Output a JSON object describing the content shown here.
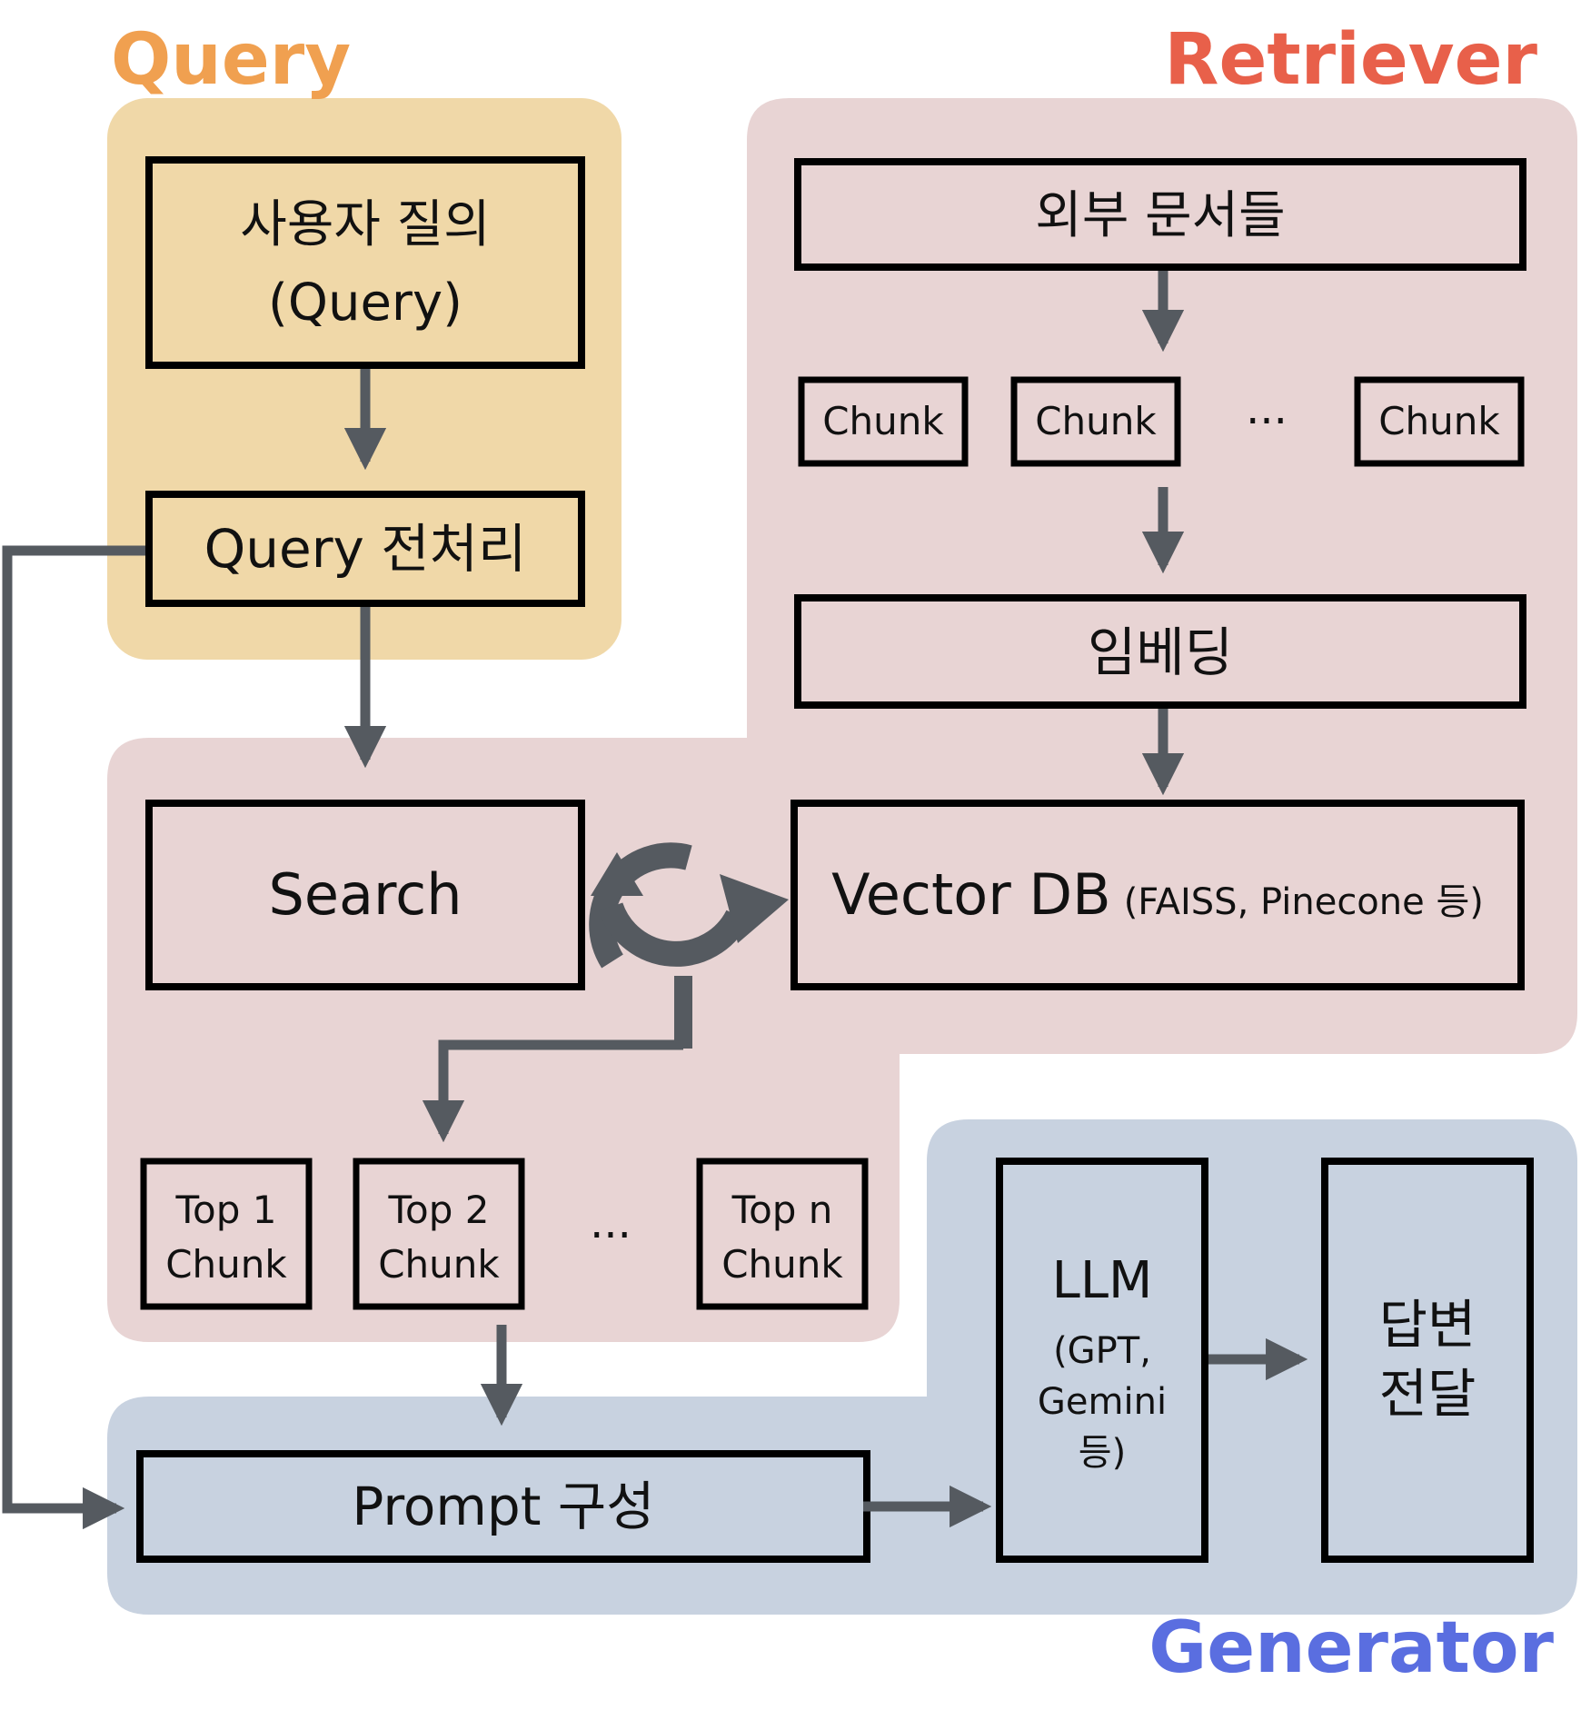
{
  "sections": {
    "query": {
      "title": "Query",
      "color": "#f0a050",
      "bg": "#f0d8a8"
    },
    "retriever": {
      "title": "Retriever",
      "color": "#e8604a",
      "bg": "#e8d4d4"
    },
    "generator": {
      "title": "Generator",
      "color": "#5a6ee0",
      "bg": "#c8d2e0"
    }
  },
  "query_box": {
    "line1": "사용자 질의",
    "line2": "(Query)"
  },
  "preprocess_box": {
    "label": "Query 전처리"
  },
  "external_docs": {
    "label": "외부 문서들"
  },
  "chunks": [
    "Chunk",
    "Chunk",
    "Chunk"
  ],
  "chunk_ellipsis": "···",
  "embedding": {
    "label": "임베딩"
  },
  "vector_db": {
    "main": "Vector DB",
    "sub": "(FAISS, Pinecone 등)"
  },
  "search": {
    "label": "Search"
  },
  "top_chunks": [
    {
      "line1": "Top 1",
      "line2": "Chunk"
    },
    {
      "line1": "Top 2",
      "line2": "Chunk"
    },
    {
      "line1": "Top n",
      "line2": "Chunk"
    }
  ],
  "top_ellipsis": "···",
  "prompt": {
    "label": "Prompt 구성"
  },
  "llm": {
    "line1": "LLM",
    "line2": "(GPT,",
    "line3": "Gemini",
    "line4": "등)"
  },
  "answer": {
    "line1": "답변",
    "line2": "전달"
  },
  "arrow_color": "#555a60",
  "sync_icon": "sync-icon"
}
